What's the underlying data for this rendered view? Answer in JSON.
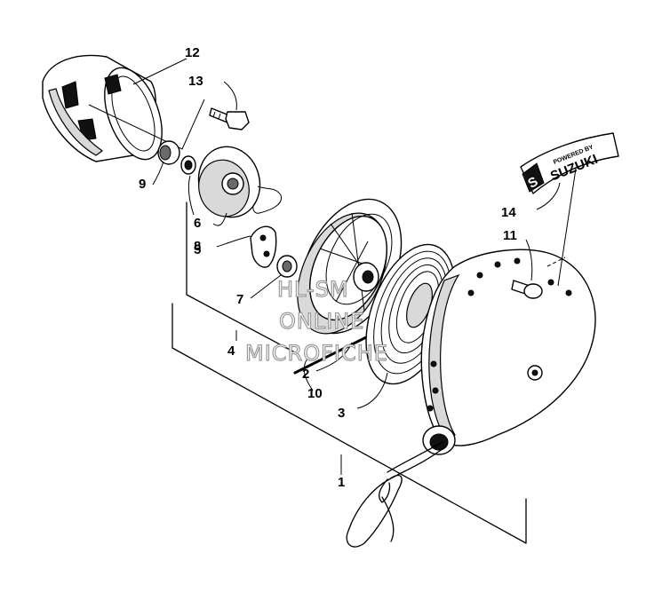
{
  "callouts": {
    "c1": "1",
    "c2": "2",
    "c3": "3",
    "c4": "4",
    "c5": "5",
    "c6": "6",
    "c7": "7",
    "c8": "8",
    "c9": "9",
    "c10": "10",
    "c11": "11",
    "c12": "12",
    "c13": "13",
    "c14": "14"
  },
  "decal": {
    "powered_by": "POWERED BY",
    "brand": "SUZUKI",
    "logo_letter": "S"
  },
  "watermark": {
    "line1": "HL-SM",
    "line2": "ONLINE",
    "line3": "MICROFICHE"
  }
}
